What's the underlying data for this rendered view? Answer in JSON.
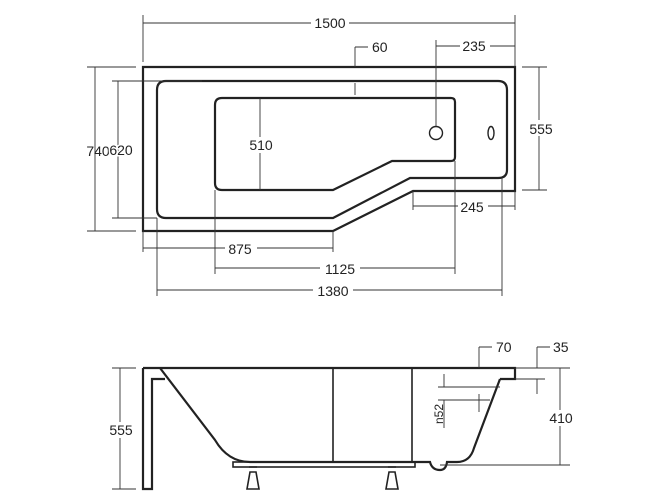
{
  "top_view": {
    "dims": {
      "overall_length": "1500",
      "rim_width": "60",
      "drain_offset": "235",
      "overall_width": "740",
      "inner_width": "620",
      "basin_width": "510",
      "narrow_width": "555",
      "narrow_step": "245",
      "straight_length": "875",
      "basin_length": "1125",
      "inner_length": "1380"
    }
  },
  "side_view": {
    "dims": {
      "height": "555",
      "depth": "410",
      "rim_70": "70",
      "rim_35": "35",
      "overflow": "n52"
    }
  },
  "colors": {
    "line": "#222222",
    "background": "#ffffff"
  }
}
